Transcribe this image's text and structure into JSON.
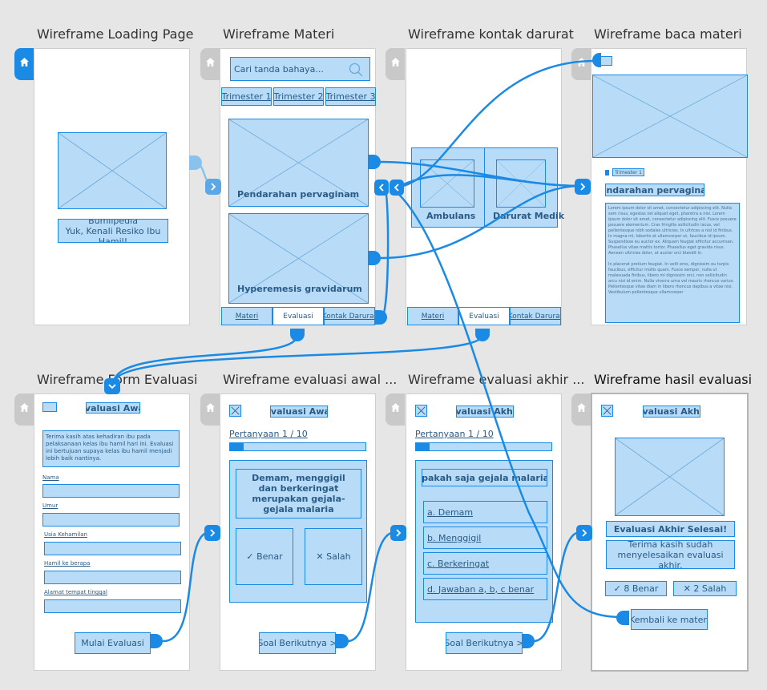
{
  "titles": {
    "loading": "Wireframe Loading Page",
    "materi": "Wireframe Materi",
    "kontak": "Wireframe kontak darurat",
    "baca": "Wireframe baca materi",
    "form": "Wireframe Form Evaluasi",
    "evalawal": "Wireframe evaluasi awal ...",
    "evalakhir": "Wireframe evaluasi akhir ...",
    "hasil": "Wireframe hasil evaluasi"
  },
  "loading": {
    "line1": "Bumilpedia",
    "line2": "Yuk, Kenali Resiko Ibu Hamil!"
  },
  "materi": {
    "search_placeholder": "Cari tanda bahaya...",
    "trimester_tabs": [
      "Trimester 1",
      "Trimester 2",
      "Trimester 3"
    ],
    "cards": [
      "Pendarahan pervaginam",
      "Hyperemesis gravidarum"
    ]
  },
  "nav": {
    "materi": "Materi",
    "evaluasi": "Evaluasi",
    "kontak": "Kontak Darurat"
  },
  "kontak": {
    "ambulans": "Ambulans",
    "darurat": "Darurat Medik"
  },
  "baca": {
    "trimester": "Trimester 1",
    "heading": "Pendarahan pervaginam",
    "para1": "Lorem ipsum dolor sit amet, consectetur adipiscing elit. Nulla sem risus, egestas vel aliquet eget, pharetra a nisi. Lorem ipsum dolor sit amet, consectetur adipiscing elit. Fusce posuere posuere elementum. Cras fringilla sollicitudin lacus, vel pellentesque nibh sodales ultricies. In ultrices a nisl id finibus. In magna mi, lobortis at ullamcorper ut, faucibus id ipsum. Suspendisse eu auctor ex. Aliquam feugiat efficitur accumsan. Phasellus vitae mattis tortor. Phasellus eget gravida risus. Aenean ultricies dolor, at auctor orci blandit in.",
    "para2": "In placerat pretium feugiat. In velit eros, dignissim eu turpis faucibus, efficitur mollis quam. Fusce semper, nulla ut malesuada finibus, libero mi dignissim orci, non sollicitudin arcu nisi id enim. Nulla viverra urna vel mauris rhoncus varius. Pellentesque vitae diam in libero rhoncus dapibus a vitae nisi. Vestibulum pellentesque ullamcorper"
  },
  "form": {
    "header": "Evaluasi Awal",
    "intro": "Terima kasih atas kehadiran ibu pada pelaksanaan kelas ibu hamil hari ini. Evaluasi ini bertujuan supaya kelas ibu hamil menjadi lebih baik nantinya.",
    "fields": [
      "Nama",
      "Umur",
      "Usia Kehamilan",
      "Hamil ke berapa",
      "Alamat tempat tinggal"
    ],
    "submit": "Mulai Evaluasi"
  },
  "evalawal": {
    "header": "Evaluasi Awal",
    "question_label": "Pertanyaan 1 / 10",
    "progress": 0.1,
    "question": "Demam, menggigil dan berkeringat merupakan gejala-gejala malaria",
    "true_option": "✓ Benar",
    "false_option": "✕ Salah",
    "next": "Soal Berikutnya >"
  },
  "evalakhir": {
    "header": "Evaluasi Akhir",
    "question_label": "Pertanyaan 1 / 10",
    "progress": 0.1,
    "question": "Apakah saja gejala malaria?",
    "options": [
      "a. Demam",
      "b. Menggigil",
      "c. Berkeringat",
      "d. Jawaban a, b, c benar"
    ],
    "next": "Soal Berikutnya >"
  },
  "hasil": {
    "header": "Evaluasi Akhir",
    "done": "Evaluasi Akhir Selesai!",
    "thanks": "Terima kasih sudah menyelesaikan evaluasi akhir.",
    "correct": "✓ 8 Benar",
    "wrong": "✕ 2 Salah",
    "back": "Kembali ke materi"
  },
  "icons": {
    "home": "home-icon",
    "close": "close-icon",
    "menu": "menu-icon",
    "search": "search-icon",
    "arrow_right": "arrow-right-icon",
    "arrow_left": "arrow-left-icon",
    "arrow_down": "arrow-down-icon"
  },
  "colors": {
    "accent": "#1a8ae5",
    "wireframe_fill": "#b8dcf7",
    "wireframe_text": "#2a5a86",
    "canvas": "#e6e6e6",
    "inactive_tab": "#c9c9c9"
  }
}
